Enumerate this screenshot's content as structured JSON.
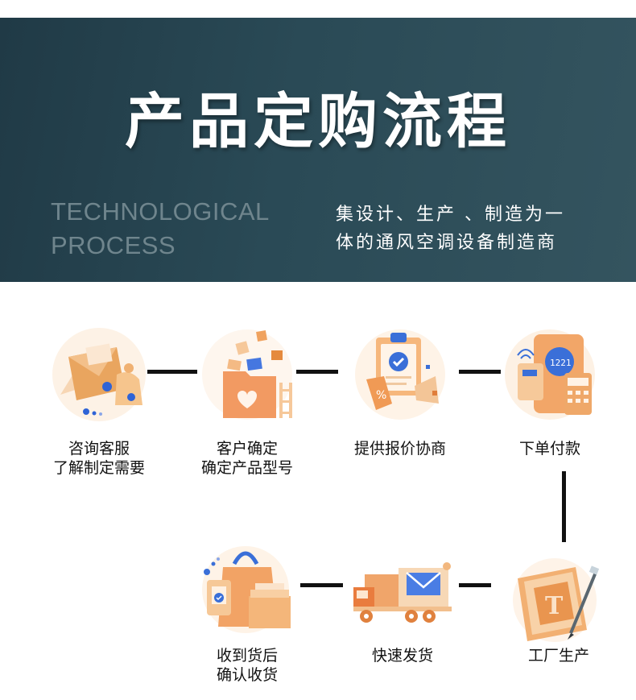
{
  "header": {
    "title": "产品定购流程",
    "english_lines": [
      "TECHNOLOGICAL",
      "PROCESS"
    ],
    "description_lines": [
      "集设计、生产 、制造为一",
      "体的通风空调设备制造商"
    ]
  },
  "steps": [
    {
      "icon": "mail-envelope-icon",
      "lines": [
        "咨询客服",
        "了解制定需要"
      ]
    },
    {
      "icon": "folder-products-icon",
      "lines": [
        "客户确定",
        "确定产品型号"
      ]
    },
    {
      "icon": "quote-clipboard-icon",
      "lines": [
        "提供报价协商"
      ]
    },
    {
      "icon": "payment-terminal-icon",
      "lines": [
        "下单付款"
      ]
    },
    {
      "icon": "factory-drafting-icon",
      "lines": [
        "工厂生产"
      ]
    },
    {
      "icon": "delivery-truck-icon",
      "lines": [
        "快速发货"
      ]
    },
    {
      "icon": "receive-package-icon",
      "lines": [
        "收到货后",
        "确认收货"
      ]
    }
  ],
  "colors": {
    "banner": "#2a4a56",
    "accent_orange": "#f0a25e",
    "accent_blue": "#3a6fd8"
  }
}
